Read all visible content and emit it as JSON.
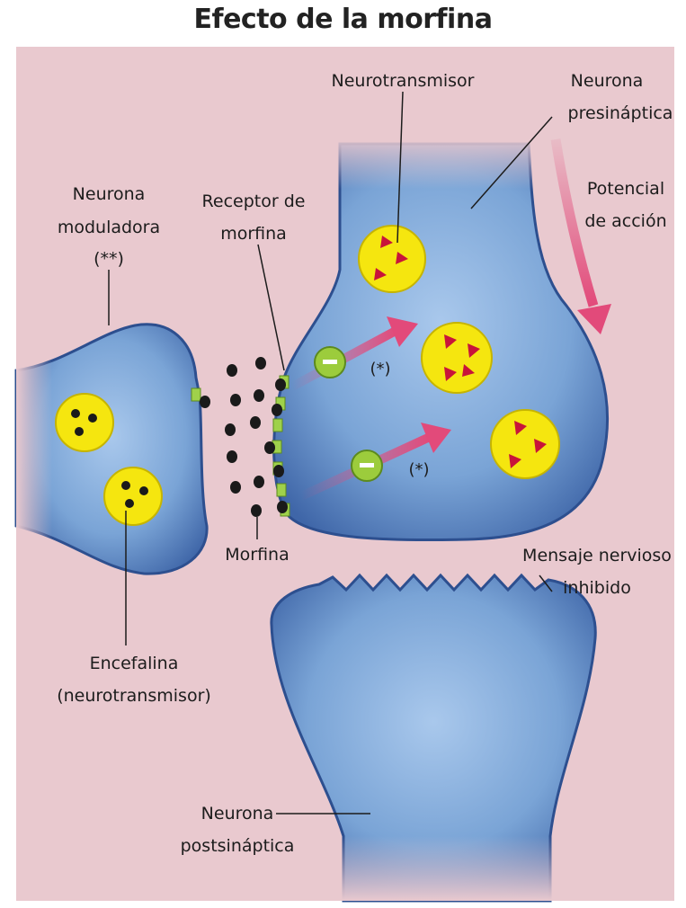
{
  "title": "Efecto de la morfina",
  "labels": {
    "neurotransmisor": "Neurotransmisor",
    "neurona_presinaptica_1": "Neurona",
    "neurona_presinaptica_2": "presináptica",
    "potencial_1": "Potencial",
    "potencial_2": "de acción",
    "moduladora_1": "Neurona",
    "moduladora_2": "moduladora",
    "moduladora_3": "(**)",
    "receptor_1": "Receptor de",
    "receptor_2": "morfina",
    "asterisk_1": "(*)",
    "asterisk_2": "(*)",
    "morfina": "Morfina",
    "mensaje_1": "Mensaje nervioso",
    "mensaje_2": "inhibido",
    "encefalina_1": "Encefalina",
    "encefalina_2": "(neurotransmisor)",
    "postsinaptica_1": "Neurona",
    "postsinaptica_2": "postsináptica"
  },
  "colors": {
    "background": "#e9c9cf",
    "neuron_fill": "#6f9ad0",
    "neuron_edge": "#2d4f8f",
    "vesicle": "#f5e60f",
    "arrow": "#e24a7a",
    "inhibitor": "#9ccc3c",
    "receptor": "#9fd14b"
  }
}
